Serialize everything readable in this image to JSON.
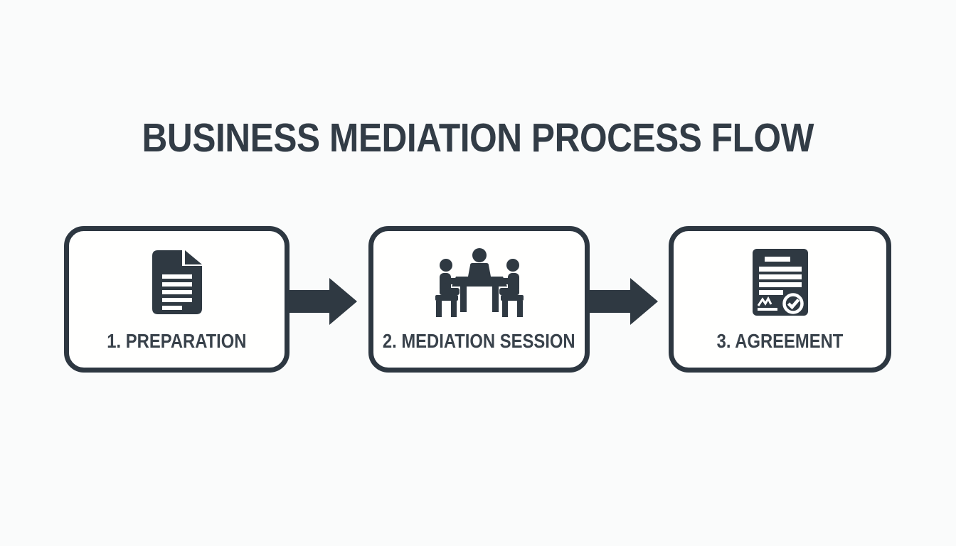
{
  "title": "BUSINESS MEDIATION PROCESS FLOW",
  "steps": [
    {
      "number": "1",
      "label": "1. PREPARATION",
      "icon": "document-icon"
    },
    {
      "number": "2",
      "label": "2. MEDIATION SESSION",
      "icon": "mediation-table-icon"
    },
    {
      "number": "3",
      "label": "3. AGREEMENT",
      "icon": "signed-agreement-icon"
    }
  ],
  "connectors": [
    {
      "type": "arrow-right"
    },
    {
      "type": "arrow-right"
    }
  ],
  "colors": {
    "ink": "#2f3942",
    "label_text": "#39424b",
    "background": "#fafbfb",
    "box_fill": "#ffffff"
  }
}
